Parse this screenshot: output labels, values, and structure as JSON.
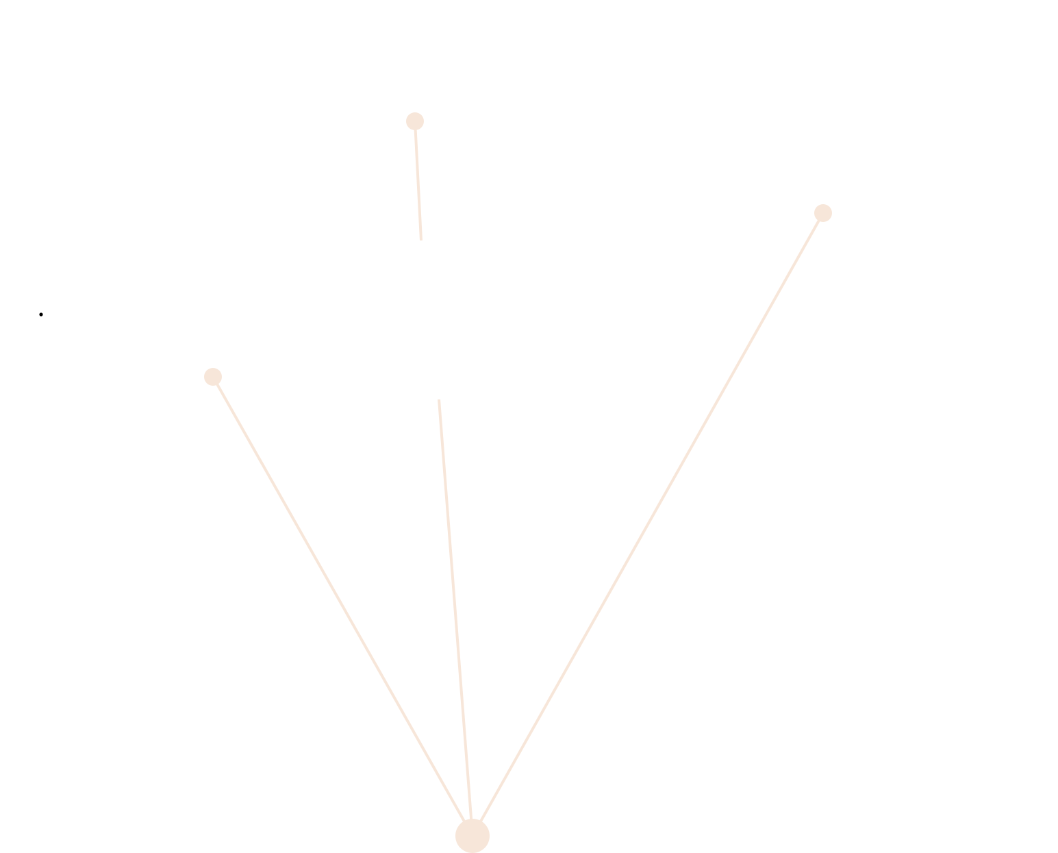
{
  "graph": {
    "colors": {
      "node": "#f7e6d9",
      "edge": "#f7e6d9",
      "marker": "#000000",
      "background": "#ffffff"
    },
    "nodes": [
      {
        "id": "root",
        "role": "hub"
      },
      {
        "id": "leaf-left",
        "role": "leaf"
      },
      {
        "id": "leaf-top",
        "role": "leaf"
      },
      {
        "id": "leaf-right",
        "role": "leaf"
      }
    ],
    "edges": [
      {
        "from": "root",
        "to": "leaf-left"
      },
      {
        "from": "root",
        "to": "leaf-top",
        "interrupted": true
      },
      {
        "from": "root",
        "to": "leaf-right"
      }
    ]
  }
}
